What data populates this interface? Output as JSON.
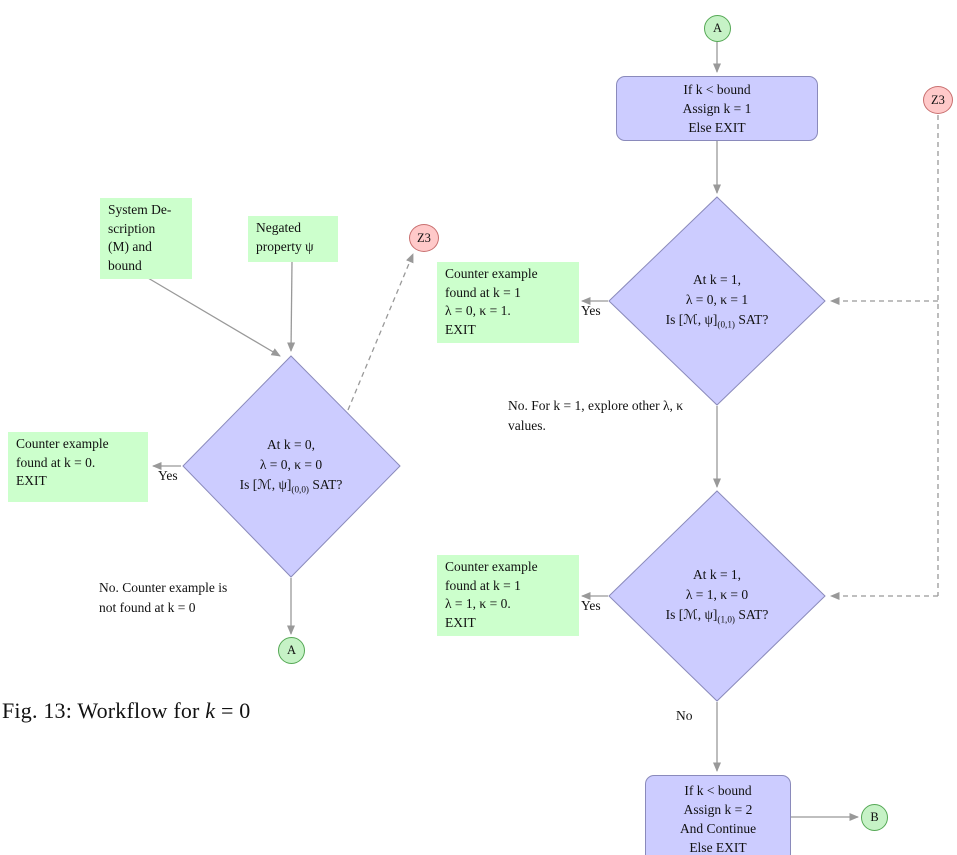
{
  "caption": {
    "pre": "Fig. 13: Workflow for ",
    "var": "k",
    "post": " = 0"
  },
  "left": {
    "input_system": "System De-\nscription\n(M) and\nbound",
    "input_property": "Negated\nproperty ψ",
    "z3": "Z3",
    "decision": {
      "line1": "At k = 0,",
      "line2": "λ = 0, κ = 0",
      "sat_pre": "Is [ℳ, ψ]",
      "sat_sub": "(0,0)",
      "sat_post": " SAT?"
    },
    "counter": "Counter example\nfound at k = 0.\nEXIT",
    "yes": "Yes",
    "no_note": "No. Counter example is\nnot found at k = 0",
    "connector": "A"
  },
  "right": {
    "connector_in": "A",
    "z3": "Z3",
    "assign1": "If k < bound\nAssign k = 1\nElse EXIT",
    "decision1": {
      "line1": "At k = 1,",
      "line2": "λ = 0, κ = 1",
      "sat_pre": "Is [ℳ, ψ]",
      "sat_sub": "(0,1)",
      "sat_post": " SAT?"
    },
    "counter1": "Counter example\nfound at k = 1\nλ = 0, κ = 1.\nEXIT",
    "yes1": "Yes",
    "no_note": "No. For k = 1, explore other λ, κ\nvalues.",
    "decision2": {
      "line1": "At k = 1,",
      "line2": "λ = 1, κ = 0",
      "sat_pre": "Is [ℳ, ψ]",
      "sat_sub": "(1,0)",
      "sat_post": " SAT?"
    },
    "counter2": "Counter example\nfound at k = 1\nλ = 1, κ = 0.\nEXIT",
    "yes2": "Yes",
    "no2": "No",
    "assign2": "If k < bound\nAssign k = 2\nAnd Continue\nElse EXIT",
    "connector_out": "B"
  }
}
